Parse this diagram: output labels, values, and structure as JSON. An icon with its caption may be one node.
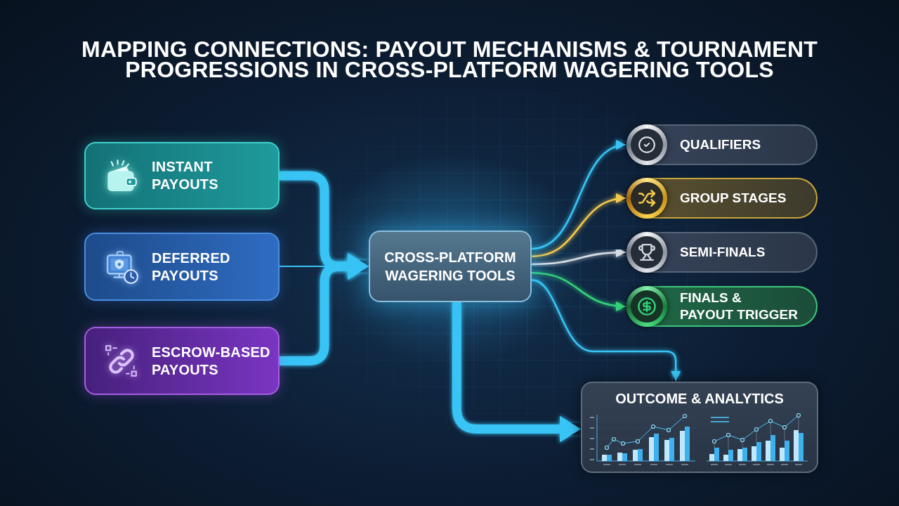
{
  "diagram": {
    "title": "MAPPING CONNECTIONS: PAYOUT MECHANISMS & TOURNAMENT PROGRESSIONS IN CROSS-PLATFORM WAGERING TOOLS",
    "nodes": [
      {
        "text": [
          "INSTANT PAYOUTS"
        ]
      },
      {
        "text": [
          "DEFERRED PAYOUTS"
        ]
      },
      {
        "text": [
          "ESCROW-BASED PAYOUTS"
        ]
      },
      {
        "text": [
          "CROSS-PLATFORM WAGERING TOOLS"
        ]
      },
      {
        "text": [
          "QUALIFIERS"
        ]
      },
      {
        "text": [
          "GROUP STAGES"
        ]
      },
      {
        "text": [
          "SEMI-FINALS"
        ]
      },
      {
        "text": [
          "FINALS & PAYOUT TRIGGER"
        ]
      },
      {
        "text": [
          "OUTCOME & ANALYTICS"
        ]
      }
    ],
    "edges": [
      {
        "from": 0,
        "to": 3,
        "arrow": "to",
        "style": "thick"
      },
      {
        "from": 1,
        "to": 3,
        "arrow": "to",
        "style": "thick"
      },
      {
        "from": 2,
        "to": 3,
        "arrow": "to",
        "style": "thick"
      },
      {
        "from": 3,
        "to": 4,
        "arrow": "to"
      },
      {
        "from": 3,
        "to": 5,
        "arrow": "to",
        "color": "#f2c94c"
      },
      {
        "from": 3,
        "to": 6,
        "arrow": "to",
        "color": "#d9dee5"
      },
      {
        "from": 3,
        "to": 7,
        "arrow": "to",
        "color": "#34d17a"
      },
      {
        "from": 3,
        "to": 8,
        "arrow": "to"
      },
      {
        "from": 7,
        "to": 8,
        "arrow": "to",
        "style": "thick"
      },
      {
        "from": 3,
        "to": 8,
        "arrow": "to",
        "style": "thick"
      }
    ]
  }
}
